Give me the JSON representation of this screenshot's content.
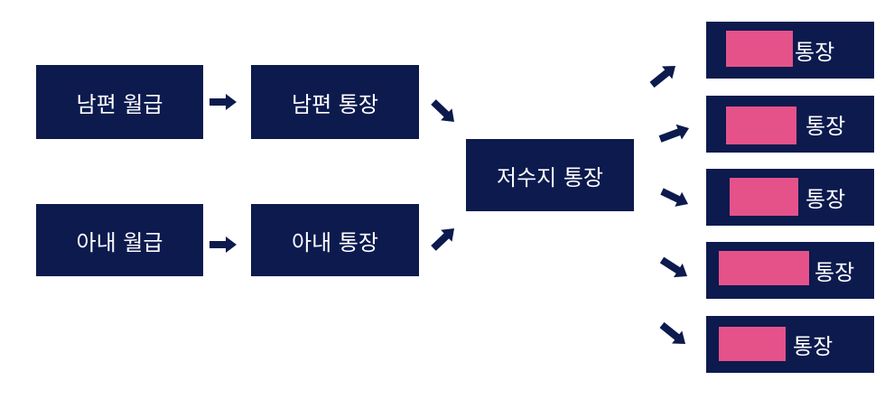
{
  "colors": {
    "box": "#0c1a4e",
    "arrow": "#0c1a4e",
    "highlight": "#e5528a",
    "text": "#ffffff"
  },
  "nodes": {
    "husband_salary": "남편 월급",
    "husband_account": "남편 통장",
    "wife_salary": "아내 월급",
    "wife_account": "아내 통장",
    "reservoir_account": "저수지 통장"
  },
  "sub_accounts": [
    {
      "label": "통장"
    },
    {
      "label": "통장"
    },
    {
      "label": "통장"
    },
    {
      "label": "통장"
    },
    {
      "label": "통장"
    }
  ]
}
